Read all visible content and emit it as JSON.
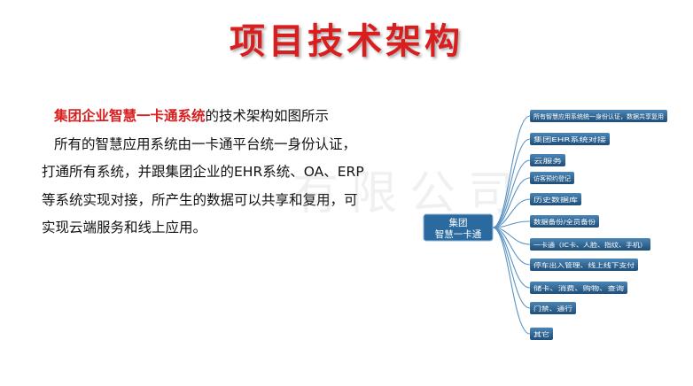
{
  "title": "项目技术架构",
  "intro": {
    "highlight": "集团企业智慧一卡通系统",
    "line1_rest": "的技术架构如图所示",
    "line2": "所有的智慧应用系统由一卡通平台统一身份认证，",
    "line3": "打通所有系统，并跟集团企业的EHR系统、OA、ERP",
    "line4": "等系统实现对接，所产生的数据可以共享和复用，可",
    "line5": "实现云端服务和线上应用。"
  },
  "watermark": "有限公司",
  "diagram": {
    "center": {
      "line1": "集团",
      "line2": "智慧一卡通"
    },
    "branches": [
      "所有智慧应用系统统一身份认证，数据共享复用",
      "集团EHR系统对接",
      "云服务",
      "访客预约登记",
      "历史数据库",
      "数据备份/全员备份",
      "一卡通（IC卡、人脸、指纹、手机）",
      "停车出入管理、线上线下支付",
      "储卡、消费、购物、查询",
      "门禁、通行",
      "其它"
    ],
    "colors": {
      "node_top": "#4a86b6",
      "node_bottom": "#1f4e79",
      "center_fill": "#2b6a9e",
      "line": "#5a93c4"
    }
  }
}
